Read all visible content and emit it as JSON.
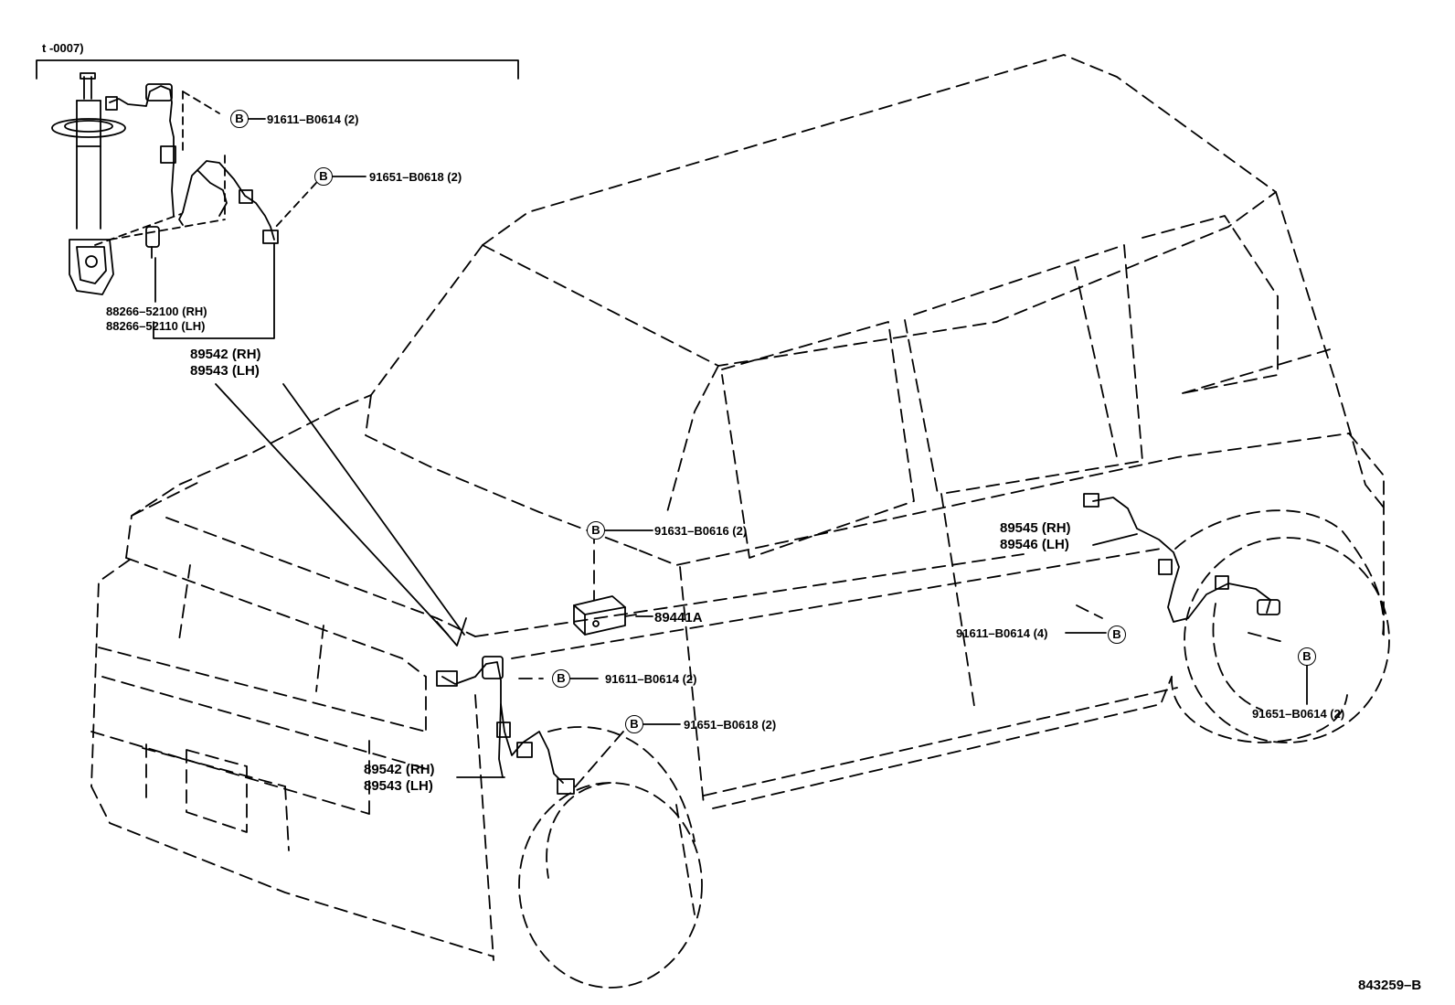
{
  "header": {
    "range_code": "t      -0007)"
  },
  "footer": {
    "diagram_code": "843259–B"
  },
  "bolt_symbol": "B",
  "labels": {
    "b1": "91611–B0614 (2)",
    "b2": "91651–B0618 (2)",
    "rotor_rh": "88266–52100 (RH)",
    "rotor_lh": "88266–52110 (LH)",
    "sensor_front_rh_top": "89542 (RH)",
    "sensor_front_lh_top": "89543 (LH)",
    "b3": "91631–B0616 (2)",
    "yaw_sensor": "89441A",
    "b4": "91611–B0614 (2)",
    "b5": "91651–B0618 (2)",
    "sensor_front_rh": "89542 (RH)",
    "sensor_front_lh": "89543 (LH)",
    "sensor_rear_rh": "89545 (RH)",
    "sensor_rear_lh": "89546 (LH)",
    "b6": "91611–B0614 (4)",
    "b7": "91651–B0614 (2)"
  }
}
